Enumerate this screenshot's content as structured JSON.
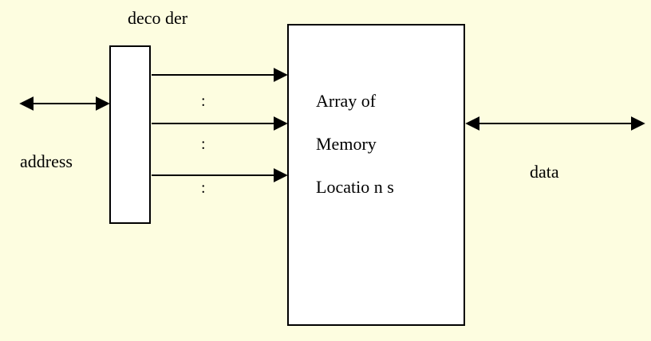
{
  "diagram": {
    "decoder_label": "deco der",
    "address_label": "address",
    "data_label": "data",
    "memory_lines": [
      "Array of",
      "Memory",
      "Locatio n s"
    ],
    "ellipsis_marks": [
      ":",
      ":",
      ":"
    ]
  },
  "colors": {
    "background": "#fdfde0",
    "box_fill": "#ffffff",
    "stroke": "#000000"
  }
}
